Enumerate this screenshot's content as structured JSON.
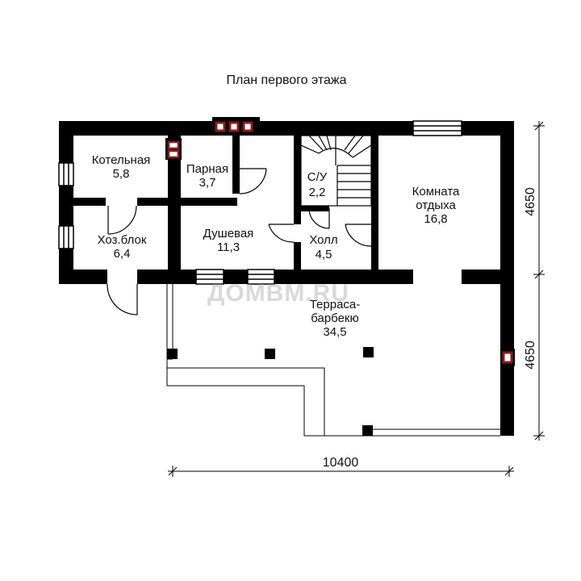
{
  "title": "План первого этажа",
  "watermark": "ДОМВМ.RU",
  "rooms": [
    {
      "name": "Котельная",
      "area": "5,8"
    },
    {
      "name": "Парная",
      "area": "3,7"
    },
    {
      "name": "С/У",
      "area": "2,2"
    },
    {
      "name": "Комната",
      "name2": "отдыха",
      "area": "16,8"
    },
    {
      "name": "Хоз.блок",
      "area": "6,4"
    },
    {
      "name": "Душевая",
      "area": "11,3"
    },
    {
      "name": "Холл",
      "area": "4,5"
    },
    {
      "name": "Терраса-",
      "name2": "барбекю",
      "area": "34,5"
    }
  ],
  "dimensions": {
    "width": "10400",
    "height_top": "4650",
    "height_bottom": "4650"
  },
  "colors": {
    "wall": "#000000",
    "chimney": "#8b1a1a"
  }
}
